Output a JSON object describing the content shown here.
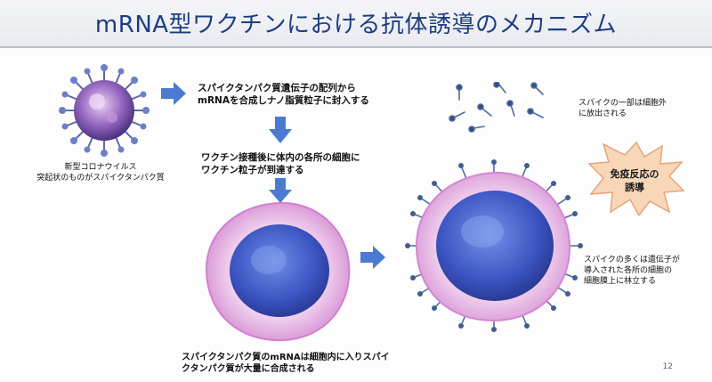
{
  "title": "mRNA型ワクチンにおける抗体誘導のメカニズム",
  "virus_caption": [
    "新型コロナウイルス",
    "突起状のものがスパイクタンパク質"
  ],
  "step1": [
    "スパイクタンパク質遺伝子の配列から",
    "mRNAを合成しナノ脂質粒子に封入する"
  ],
  "step2": [
    "ワクチン接種後に体内の各所の細胞に",
    "ワクチン粒子が到達する"
  ],
  "step3": [
    "スパイクタンパク質のmRNAは細胞内に入りスパイ",
    "クタンパク質が大量に合成される"
  ],
  "release_note": [
    "スパイクの一部は細胞外",
    "に放出される"
  ],
  "immune": [
    "免疫反応の",
    "誘導"
  ],
  "surface_note": [
    "スパイクの多くは遺伝子が",
    "導入された各所の細胞の",
    "細胞膜上に林立する"
  ],
  "page_number": "12",
  "colors": {
    "title": "#1d3d80",
    "arrow": "#4a7bd0",
    "cell_membrane": "#e9b5e4",
    "nucleus": "#3d55c4",
    "burst": "#f8d7b8"
  }
}
